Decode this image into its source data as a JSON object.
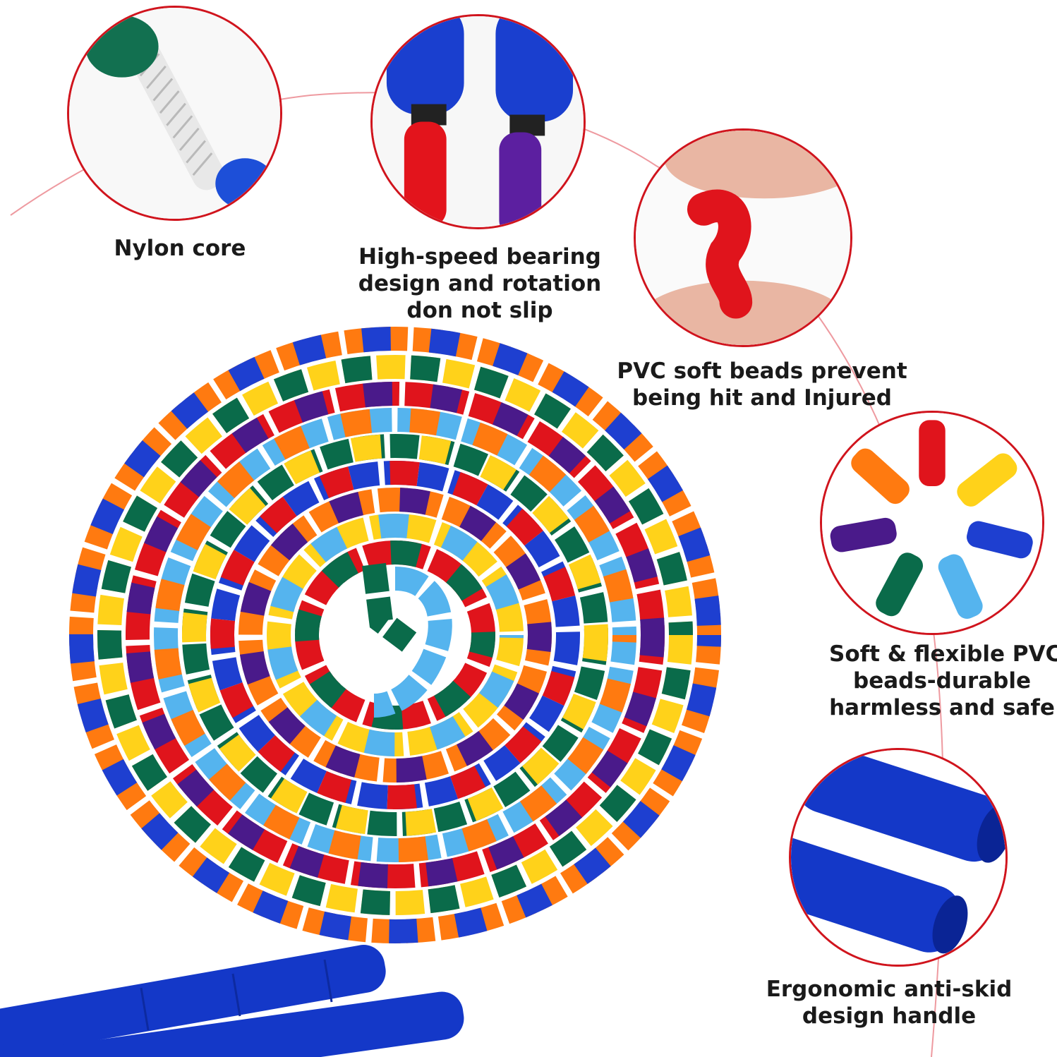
{
  "features": [
    {
      "id": "nylon",
      "caption": [
        "Nylon core"
      ]
    },
    {
      "id": "bearing",
      "caption": [
        "High-speed bearing",
        "design and rotation",
        "don not slip"
      ]
    },
    {
      "id": "soft",
      "caption": [
        "PVC soft beads prevent",
        "being hit and Injured"
      ]
    },
    {
      "id": "flexible",
      "caption": [
        "Soft & flexible PVC",
        "beads-durable",
        "harmless and safe"
      ]
    },
    {
      "id": "handle",
      "caption": [
        "Ergonomic anti-skid",
        "design handle"
      ]
    }
  ],
  "colors": {
    "accent_ring": "#d0141d",
    "handle_blue": "#1438c8",
    "beads": [
      "#e0141c",
      "#ff7a10",
      "#ffd21a",
      "#0a6b4a",
      "#55b4ee",
      "#1e3fd0",
      "#4a1a8a"
    ]
  }
}
